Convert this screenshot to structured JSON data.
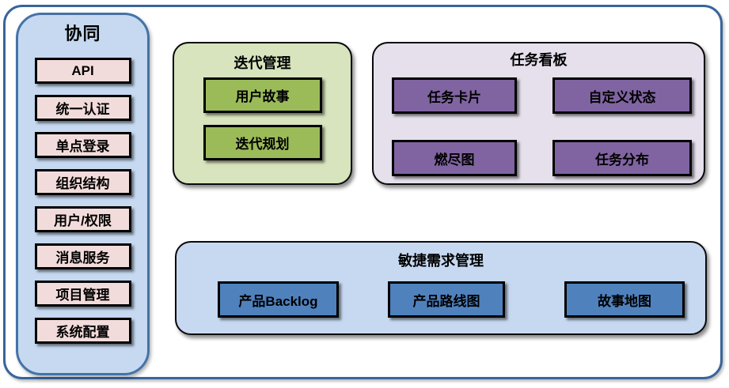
{
  "diagram": {
    "sidebar": {
      "title": "协同",
      "items": [
        "API",
        "统一认证",
        "单点登录",
        "组织结构",
        "用户/权限",
        "消息服务",
        "项目管理",
        "系统配置"
      ]
    },
    "panels": {
      "iteration": {
        "title": "迭代管理",
        "items": [
          "用户故事",
          "迭代规划"
        ]
      },
      "taskboard": {
        "title": "任务看板",
        "items": [
          "任务卡片",
          "自定义状态",
          "燃尽图",
          "任务分布"
        ]
      },
      "requirements": {
        "title": "敏捷需求管理",
        "items": [
          "产品Backlog",
          "产品路线图",
          "故事地图"
        ]
      }
    },
    "colors": {
      "outer_border": "#38659B",
      "sidebar_fill": "#C6D9F1",
      "sidebar_border": "#4473A8",
      "sidebar_item_fill": "#F2DCDB",
      "iteration_panel_fill": "#D7E4BD",
      "iteration_item_fill": "#9BBB59",
      "taskboard_panel_fill": "#E5E0EC",
      "taskboard_item_fill": "#8064A2",
      "requirements_panel_fill": "#C6D9F1",
      "requirements_item_fill": "#4F81BD",
      "box_border": "#000000",
      "text": "#000000"
    }
  }
}
